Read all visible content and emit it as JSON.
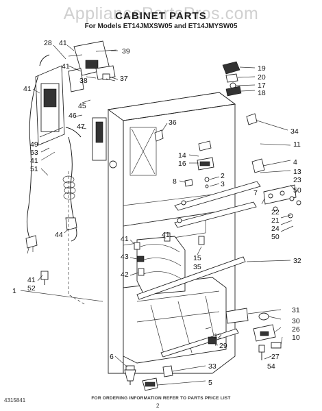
{
  "watermark": "AppliancePartsPros.com",
  "title": "CABINET PARTS",
  "subtitle": "For Models ET14JMXSW05 and ET14JMYSW05",
  "footer_note": "FOR ORDERING INFORMATION REFER TO PARTS PRICE LIST",
  "doc_number": "4315841",
  "page_number": "2",
  "callouts": {
    "c28": "28",
    "c41a": "41",
    "c39": "39",
    "c41b": "41",
    "c38": "38",
    "c37": "37",
    "c41c": "41",
    "c45": "45",
    "c46": "46",
    "c47": "47",
    "c49": "49",
    "c63": "63",
    "c41d": "41",
    "c51": "51",
    "c44": "44",
    "c36": "36",
    "c19": "19",
    "c20": "20",
    "c17": "17",
    "c18": "18",
    "c34": "34",
    "c11": "11",
    "c4": "4",
    "c13": "13",
    "c23": "23",
    "c50a": "50",
    "c14": "14",
    "c16": "16",
    "c2": "2",
    "c3": "3",
    "c8": "8",
    "c7": "7",
    "c22": "22",
    "c21": "21",
    "c24": "24",
    "c50b": "50",
    "c41e": "41",
    "c41f": "41",
    "c43": "43",
    "c42": "42",
    "c15": "15",
    "c35": "35",
    "c32": "32",
    "c41g": "41",
    "c52": "52",
    "c1": "1",
    "c31": "31",
    "c30": "30",
    "c26": "26",
    "c10": "10",
    "c12": "12",
    "c29": "29",
    "c27": "27",
    "c54": "54",
    "c6": "6",
    "c33": "33",
    "c5": "5"
  }
}
